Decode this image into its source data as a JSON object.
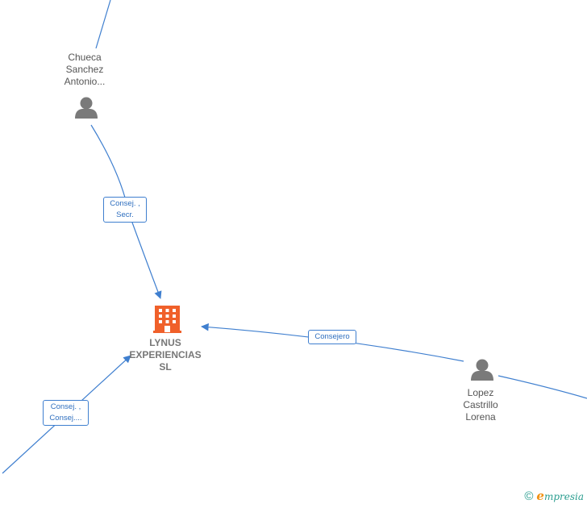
{
  "nodes": {
    "chueca": {
      "lines": [
        "Chueca",
        "Sanchez",
        "Antonio..."
      ],
      "type": "person"
    },
    "lynus": {
      "lines": [
        "LYNUS",
        "EXPERIENCIAS",
        "SL"
      ],
      "type": "company"
    },
    "lopez": {
      "lines": [
        "Lopez",
        "Castrillo",
        "Lorena"
      ],
      "type": "person"
    }
  },
  "edges": {
    "chueca_lynus": {
      "lines": [
        "Consej. ,",
        "Secr."
      ]
    },
    "lopez_lynus": {
      "lines": [
        "Consejero"
      ]
    },
    "left_lynus": {
      "lines": [
        "Consej. ,",
        "Consej...."
      ]
    }
  },
  "footer": {
    "copyright": "©",
    "brand_first": "e",
    "brand_rest": "mpresia"
  },
  "colors": {
    "edge": "#3f7fcf",
    "person_icon": "#7a7a7a",
    "company_icon": "#f0602a",
    "brand": "#2a9d8f",
    "brand_accent": "#f29111"
  }
}
